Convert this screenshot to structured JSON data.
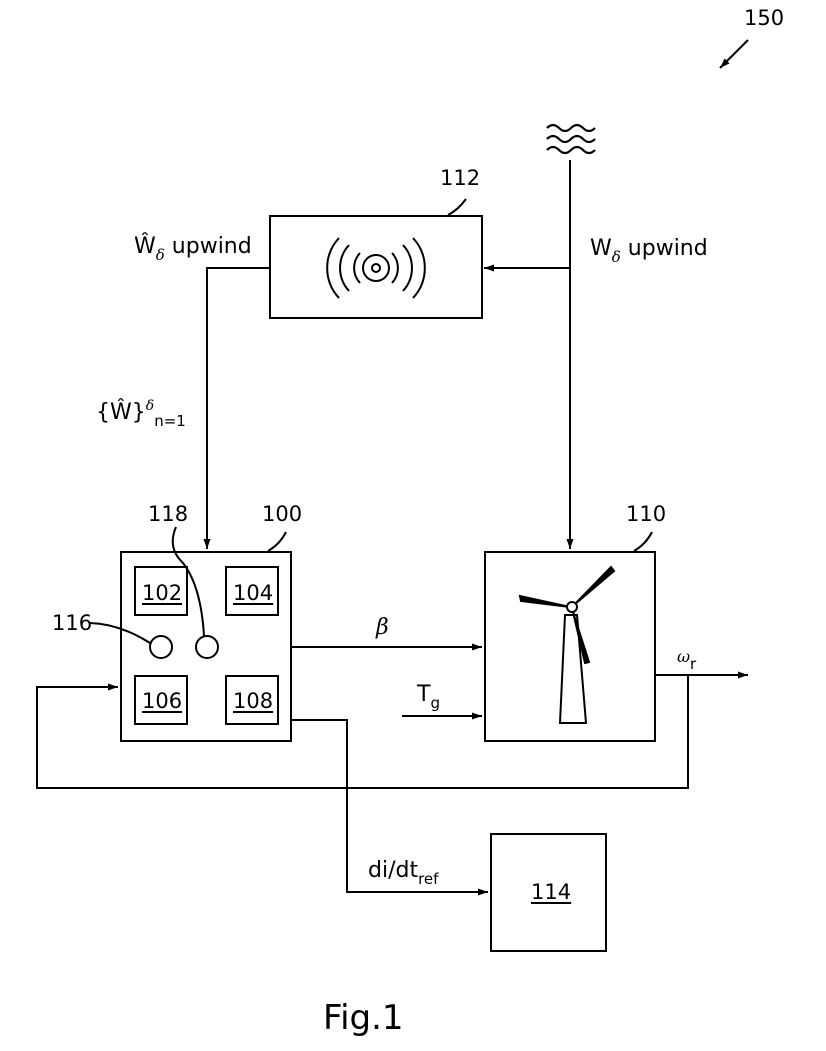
{
  "figure": {
    "caption": "Fig.1",
    "ref_system": "150"
  },
  "blocks": {
    "controller": {
      "ref": "100"
    },
    "memory_102": {
      "ref": "102"
    },
    "module_104": {
      "ref": "104"
    },
    "module_106": {
      "ref": "106"
    },
    "module_108": {
      "ref": "108"
    },
    "turbine": {
      "ref": "110"
    },
    "sensor": {
      "ref": "112"
    },
    "unit_114": {
      "ref": "114"
    },
    "input_116": {
      "ref": "116"
    },
    "input_118": {
      "ref": "118"
    }
  },
  "signals": {
    "measured_wind": {
      "symbol": "W",
      "sub": "δ",
      "suffix": "upwind"
    },
    "estimated_wind": {
      "symbol": "Ŵ",
      "sub": "δ",
      "suffix": "upwind"
    },
    "estimate_set": {
      "text": "{Ŵ}",
      "sup": "δ",
      "sub": "n=1"
    },
    "pitch": {
      "symbol": "β"
    },
    "torque": {
      "symbol": "T",
      "sub": "g"
    },
    "rotor_speed": {
      "symbol": "ω",
      "sub": "r"
    },
    "current_ref": {
      "text": "di/dt",
      "sub": "ref"
    }
  }
}
